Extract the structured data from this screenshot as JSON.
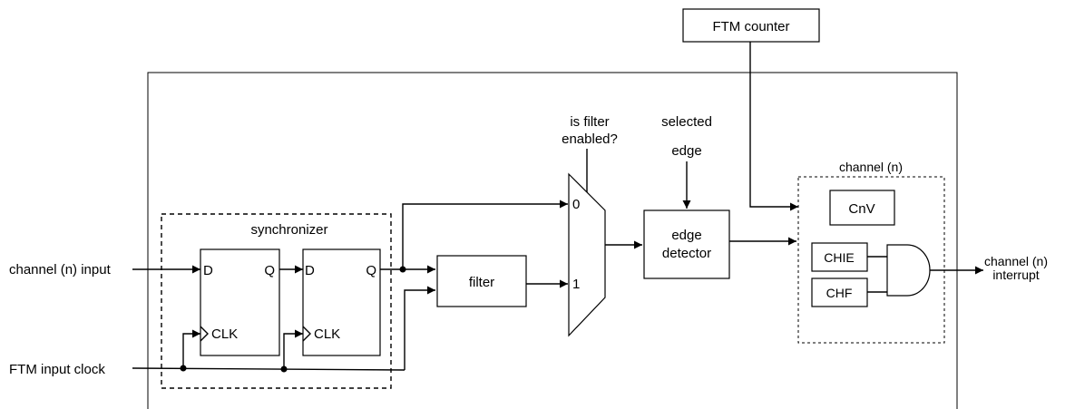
{
  "diagram": {
    "ftm_counter": "FTM counter",
    "synchronizer": "synchronizer",
    "ff1": {
      "d": "D",
      "q": "Q",
      "clk": "CLK"
    },
    "ff2": {
      "d": "D",
      "q": "Q",
      "clk": "CLK"
    },
    "channel_input": "channel (n) input",
    "input_clock": "FTM input clock",
    "filter": "filter",
    "filter_enabled": [
      "is filter",
      "enabled?"
    ],
    "mux": {
      "in0": "0",
      "in1": "1"
    },
    "selected_edge": [
      "selected",
      "edge"
    ],
    "edge_detector": [
      "edge",
      "detector"
    ],
    "channel_group": "channel (n)",
    "cnv": "CnV",
    "chie": "CHIE",
    "chf": "CHF",
    "interrupt": [
      "channel (n)",
      "interrupt"
    ]
  }
}
